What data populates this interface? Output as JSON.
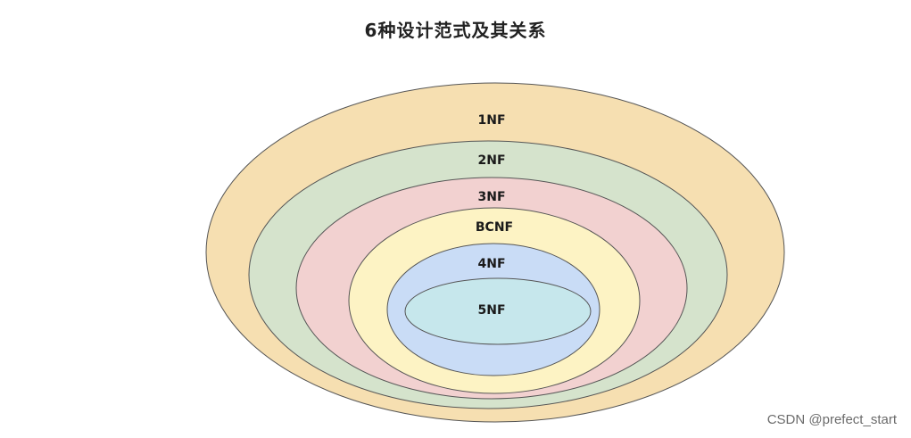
{
  "title": "6种设计范式及其关系",
  "watermark": "CSDN @prefect_start",
  "layers": [
    {
      "label": "1NF",
      "color": "#f6dfb1"
    },
    {
      "label": "2NF",
      "color": "#d5e3cc"
    },
    {
      "label": "3NF",
      "color": "#f2d1d0"
    },
    {
      "label": "BCNF",
      "color": "#fdf3c4"
    },
    {
      "label": "4NF",
      "color": "#c9dcf6"
    },
    {
      "label": "5NF",
      "color": "#c6e7ec"
    }
  ]
}
